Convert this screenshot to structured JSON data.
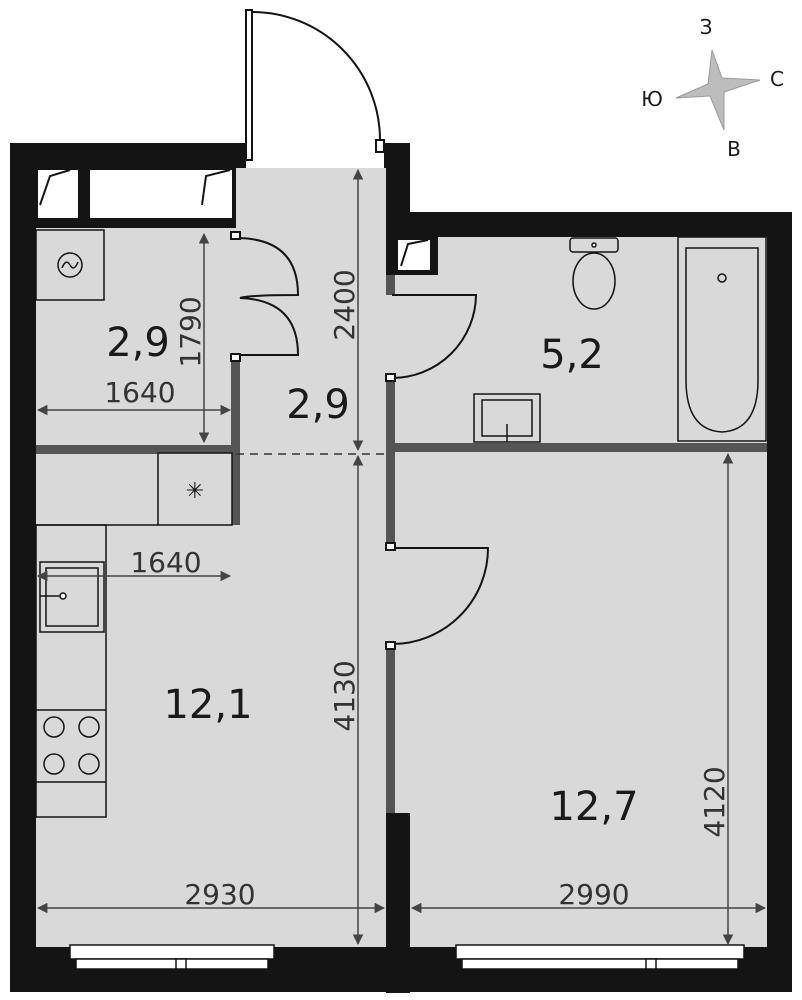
{
  "compass": {
    "north": "С",
    "south": "Ю",
    "west": "З",
    "east": "В"
  },
  "rooms": {
    "storage_area": "2,9",
    "hallway_area": "2,9",
    "bathroom_area": "5,2",
    "kitchen_area": "12,1",
    "room_area": "12,7"
  },
  "dimensions": {
    "storage_height": "1790",
    "storage_width": "1640",
    "hallway_height": "2400",
    "kitchen_width": "1640",
    "kitchen_height": "4130",
    "left_width": "2930",
    "right_width": "2990",
    "room_height": "4120"
  },
  "colors": {
    "wall": "#141414",
    "floor": "#d9d9d9",
    "partition": "#555555",
    "fixture": "#ffffff",
    "line": "#333333"
  }
}
